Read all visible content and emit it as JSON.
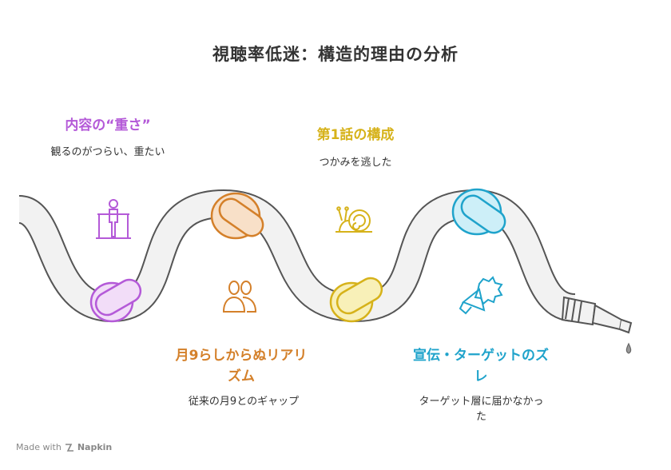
{
  "title": "視聴率低迷：構造的理由の分析",
  "items": [
    {
      "label": "内容の“重さ”",
      "description": "観るのがつらい、重たい",
      "color": "#B45AD8",
      "icon": "person-railing-icon"
    },
    {
      "label": "月9らしからぬリアリズム",
      "description": "従来の月9とのギャップ",
      "color": "#D4802A",
      "icon": "people-icon"
    },
    {
      "label": "第1話の構成",
      "description": "つかみを逃した",
      "color": "#D6B21A",
      "icon": "snail-icon"
    },
    {
      "label": "宣伝・ターゲットのズレ",
      "description": "ターゲット層に届かなかった",
      "color": "#1FA3CB",
      "icon": "megaphone-icon"
    }
  ],
  "footer": {
    "made_with": "Made with",
    "brand": "Napkin"
  }
}
